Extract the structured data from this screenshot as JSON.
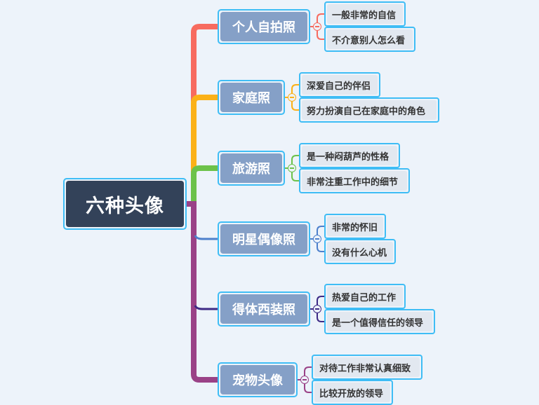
{
  "root": {
    "label": "六种头像"
  },
  "branches": [
    {
      "label": "个人自拍照",
      "color": "#f76b5f",
      "leaves": [
        "一般非常的自信",
        "不介意别人怎么看"
      ]
    },
    {
      "label": "家庭照",
      "color": "#fbb117",
      "leaves": [
        "深爱自己的伴侣",
        "努力扮演自己在家庭中的角色"
      ]
    },
    {
      "label": "旅游照",
      "color": "#6cc24a",
      "leaves": [
        "是一种闷葫芦的性格",
        "非常注重工作中的细节"
      ]
    },
    {
      "label": "明星偶像照",
      "color": "#4d80cc",
      "leaves": [
        "非常的怀旧",
        "没有什么心机"
      ]
    },
    {
      "label": "得体西装照",
      "color": "#3d2a85",
      "leaves": [
        "热爱自己的工作",
        "是一个值得信任的领导"
      ]
    },
    {
      "label": "宠物头像",
      "color": "#9a4287",
      "leaves": [
        "对待工作非常认真细致",
        "比较开放的领导"
      ]
    }
  ],
  "colors": {
    "trunk_lower": "#9a4287",
    "root_bg": "#334259",
    "branch_bg": "#85a0c7",
    "leaf_bg": "#e2e8f0",
    "node_border": "#3fbdf5"
  }
}
